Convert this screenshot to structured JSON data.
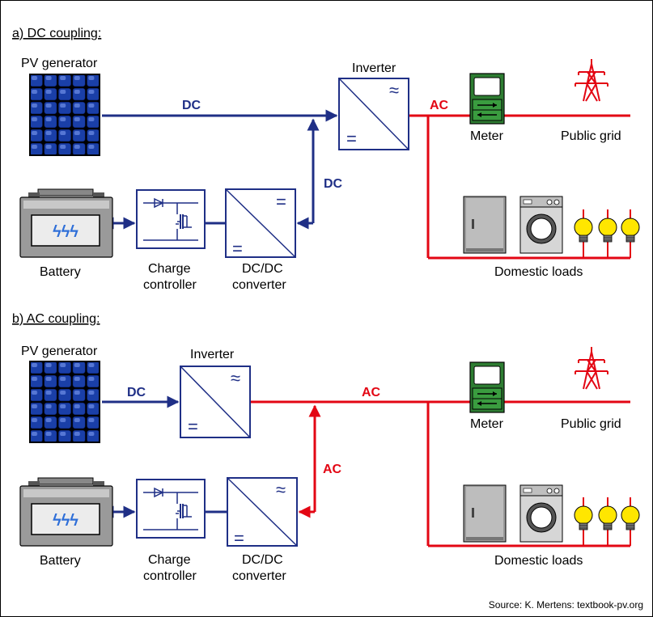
{
  "colors": {
    "dc": "#1f2f86",
    "ac": "#e30613"
  },
  "section_a": {
    "title": "a) DC coupling:",
    "pv_label": "PV generator",
    "inverter_label": "Inverter",
    "dc_label_top": "DC",
    "dc_label_side": "DC",
    "ac_label": "AC",
    "meter_label": "Meter",
    "grid_label": "Public grid",
    "battery_label": "Battery",
    "charge_label_1": "Charge",
    "charge_label_2": "controller",
    "conv_label_1": "DC/DC",
    "conv_label_2": "converter",
    "loads_label": "Domestic loads"
  },
  "section_b": {
    "title": "b) AC coupling:",
    "pv_label": "PV generator",
    "inverter_label": "Inverter",
    "dc_label": "DC",
    "ac_label_top": "AC",
    "ac_label_side": "AC",
    "meter_label": "Meter",
    "grid_label": "Public grid",
    "battery_label": "Battery",
    "charge_label_1": "Charge",
    "charge_label_2": "controller",
    "conv_label_1": "DC/DC",
    "conv_label_2": "converter",
    "loads_label": "Domestic loads"
  },
  "icons": {
    "pv": "solar-panel-icon",
    "inverter": "inverter-icon",
    "meter": "electricity-meter-icon",
    "grid": "power-pylon-icon",
    "battery": "battery-icon",
    "charger": "charge-controller-icon",
    "converter": "converter-icon",
    "fridge": "fridge-icon",
    "washer": "washing-machine-icon",
    "bulb": "light-bulb-icon"
  },
  "symbols": {
    "dc": "=",
    "ac": "≈"
  },
  "source": "Source: K. Mertens: textbook-pv.org"
}
